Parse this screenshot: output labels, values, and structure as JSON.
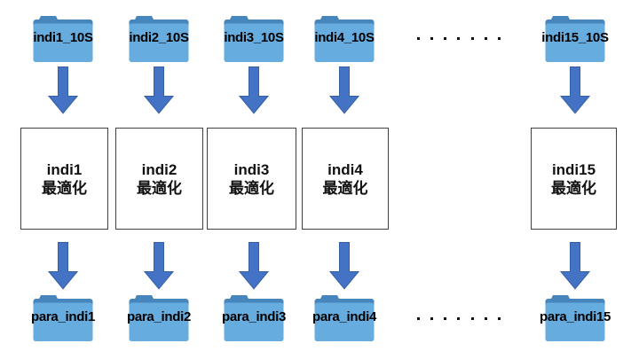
{
  "columns": [
    {
      "top_folder": "indi1_10S",
      "box_line1": "indi1",
      "box_line2": "最適化",
      "bottom_folder": "para_indi1"
    },
    {
      "top_folder": "indi2_10S",
      "box_line1": "indi2",
      "box_line2": "最適化",
      "bottom_folder": "para_indi2"
    },
    {
      "top_folder": "indi3_10S",
      "box_line1": "indi3",
      "box_line2": "最適化",
      "bottom_folder": "para_indi3"
    },
    {
      "top_folder": "indi4_10S",
      "box_line1": "indi4",
      "box_line2": "最適化",
      "bottom_folder": "para_indi4"
    },
    {
      "top_folder": "indi15_10S",
      "box_line1": "indi15",
      "box_line2": "最適化",
      "bottom_folder": "para_indi15"
    }
  ],
  "ellipsis_dot_count": 7,
  "colors": {
    "background": "#FFFFFF",
    "folder_body": "#66ACDE",
    "folder_dark": "#4786BD",
    "arrow_fill": "#4472C4",
    "arrow_border": "#3660A4",
    "box_border": "#404040",
    "label": "#000000"
  }
}
